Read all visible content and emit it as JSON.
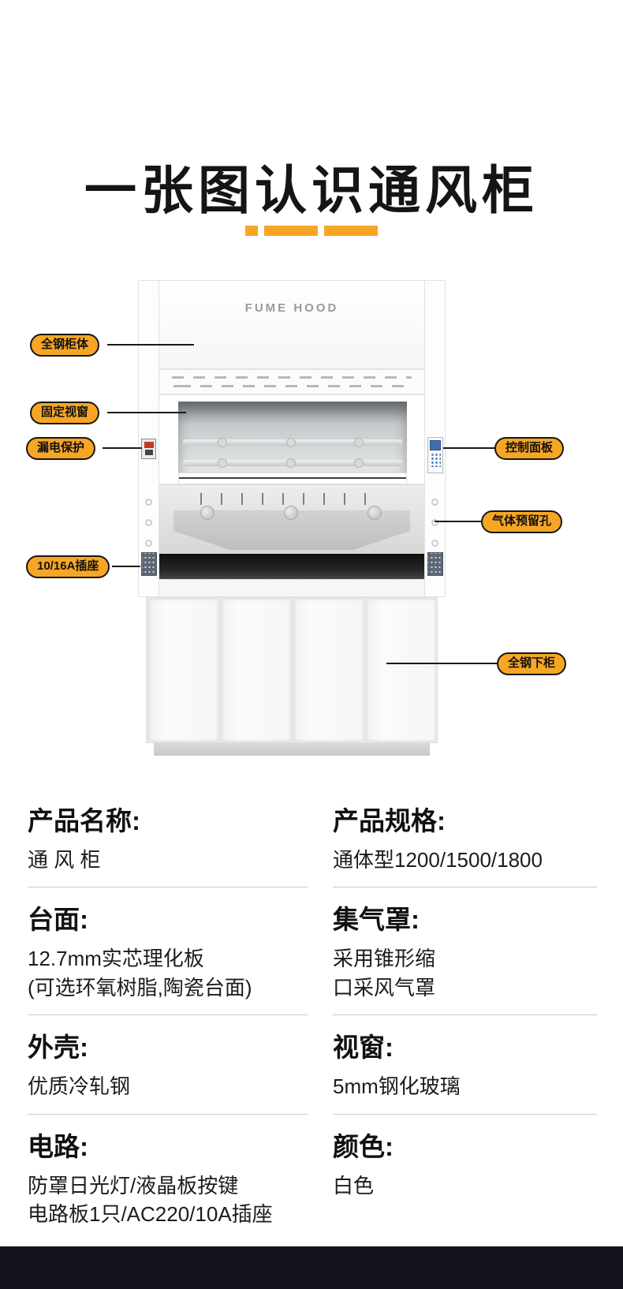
{
  "page": {
    "title": "一张图认识通风柜"
  },
  "hood": {
    "brand": "FUME HOOD"
  },
  "callouts": {
    "left": [
      {
        "label": "全钢柜体"
      },
      {
        "label": "固定视窗"
      },
      {
        "label": "漏电保护"
      },
      {
        "label": "10/16A插座"
      }
    ],
    "right": [
      {
        "label": "控制面板"
      },
      {
        "label": "气体预留孔"
      },
      {
        "label": "全钢下柜"
      }
    ]
  },
  "specs": {
    "left": [
      {
        "heading": "产品名称:",
        "value": "通 风 柜"
      },
      {
        "heading": "台面:",
        "value": "12.7mm实芯理化板\n(可选环氧树脂,陶瓷台面)"
      },
      {
        "heading": "外壳:",
        "value": "优质冷轧钢"
      },
      {
        "heading": "电路:",
        "value": "防罩日光灯/液晶板按键\n电路板1只/AC220/10A插座"
      }
    ],
    "right": [
      {
        "heading": "产品规格:",
        "value": "通体型1200/1500/1800"
      },
      {
        "heading": "集气罩:",
        "value": "采用锥形缩\n口采风气罩"
      },
      {
        "heading": "视窗:",
        "value": "5mm钢化玻璃"
      },
      {
        "heading": "颜色:",
        "value": "白色"
      }
    ]
  },
  "colors": {
    "accent_orange": "#F6A624",
    "footer_dark": "#14141C"
  }
}
